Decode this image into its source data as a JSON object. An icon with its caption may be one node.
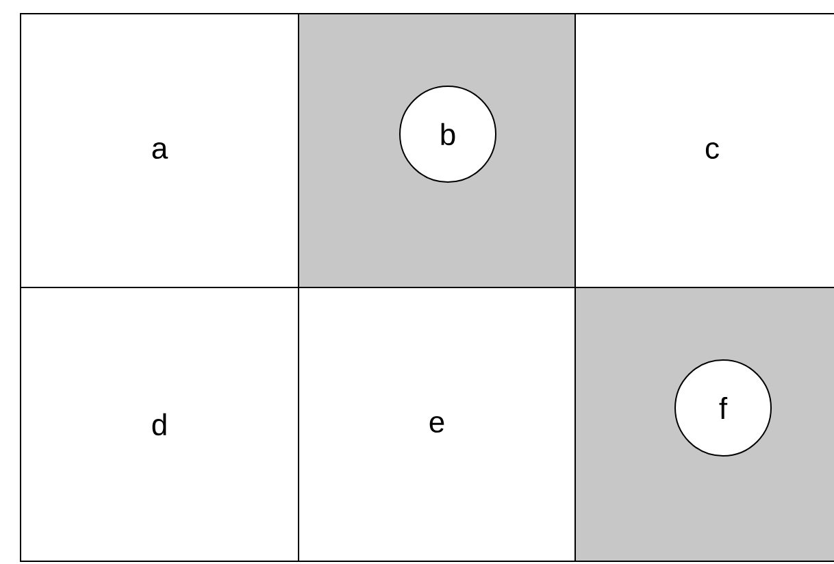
{
  "diagram": {
    "nodes": [
      {
        "text": [
          "a"
        ]
      },
      {
        "text": [],
        "shape": "box"
      },
      {
        "text": [
          "b"
        ],
        "in": 1
      },
      {
        "text": [
          "c"
        ]
      },
      {
        "text": [
          "d"
        ]
      },
      {
        "text": [
          "e"
        ]
      },
      {
        "text": [],
        "shape": "box"
      },
      {
        "text": [
          "f"
        ],
        "in": 6
      }
    ]
  }
}
